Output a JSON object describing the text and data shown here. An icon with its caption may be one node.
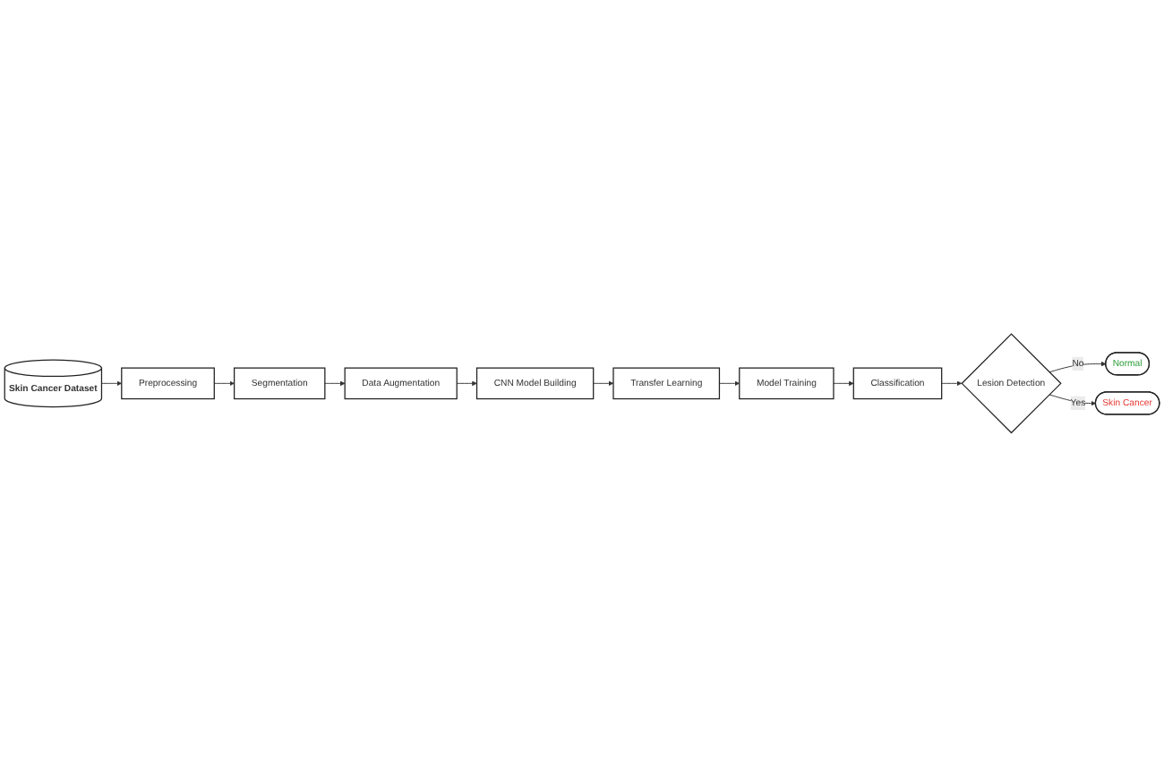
{
  "diagram": {
    "nodes": [
      {
        "text": [
          "Skin Cancer Dataset"
        ]
      },
      {
        "text": [
          "Preprocessing"
        ]
      },
      {
        "text": [
          "Segmentation"
        ]
      },
      {
        "text": [
          "Data Augmentation"
        ]
      },
      {
        "text": [
          "CNN Model Building"
        ]
      },
      {
        "text": [
          "Transfer Learning"
        ]
      },
      {
        "text": [
          "Model Training"
        ]
      },
      {
        "text": [
          "Classification"
        ]
      },
      {
        "text": [
          "Lesion Detection"
        ]
      },
      {
        "text": [
          "Normal"
        ]
      },
      {
        "text": [
          "Skin Cancer"
        ]
      }
    ],
    "edges": [
      {
        "from": 0,
        "to": 1,
        "arrow": "to"
      },
      {
        "from": 1,
        "to": 2,
        "arrow": "to"
      },
      {
        "from": 2,
        "to": 3,
        "arrow": "to"
      },
      {
        "from": 3,
        "to": 4,
        "arrow": "to"
      },
      {
        "from": 4,
        "to": 5,
        "arrow": "to"
      },
      {
        "from": 5,
        "to": 6,
        "arrow": "to"
      },
      {
        "from": 6,
        "to": 7,
        "arrow": "to"
      },
      {
        "from": 7,
        "to": 8,
        "arrow": "to"
      },
      {
        "from": 8,
        "to": 9,
        "arrow": "to",
        "label": "No"
      },
      {
        "from": 8,
        "to": 10,
        "arrow": "to",
        "label": "Yes"
      }
    ]
  }
}
